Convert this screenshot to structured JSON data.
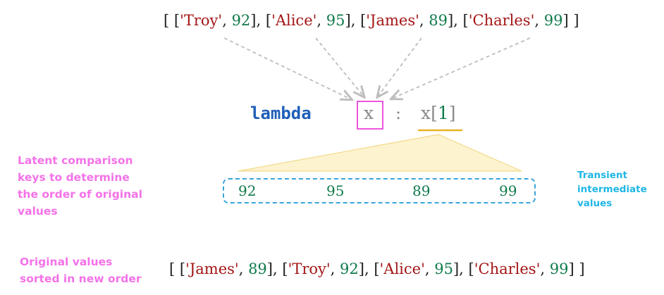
{
  "input_list": {
    "open": "[",
    "close": "]",
    "items": [
      {
        "name": "'Troy'",
        "score": "92"
      },
      {
        "name": "'Alice'",
        "score": "95"
      },
      {
        "name": "'James'",
        "score": "89"
      },
      {
        "name": "'Charles'",
        "score": "99"
      }
    ]
  },
  "lambda": {
    "keyword": "lambda",
    "param": "x",
    "colon": ":",
    "body_var": "x",
    "body_index": "1"
  },
  "keys": [
    "92",
    "95",
    "89",
    "99"
  ],
  "notes": {
    "left_lines": [
      "Latent comparison",
      "keys to determine",
      "the order of original",
      "values"
    ],
    "right_lines": [
      "Transient",
      "intermediate",
      "values"
    ],
    "bottom_lines": [
      "Original values",
      "sorted in new order"
    ]
  },
  "sorted_list": {
    "open": "[",
    "close": "]",
    "items": [
      {
        "name": "'James'",
        "score": "89"
      },
      {
        "name": "'Troy'",
        "score": "92"
      },
      {
        "name": "'Alice'",
        "score": "95"
      },
      {
        "name": "'Charles'",
        "score": "99"
      }
    ]
  },
  "colors": {
    "string": "#a31515",
    "number": "#0f7a4a",
    "keyword": "#1f5fb8",
    "param_box": "#ee55dd",
    "keys_box": "#3aa4d9",
    "note_pink": "#f472e8",
    "note_blue": "#1fb6e6",
    "underline": "#e6b422",
    "fan_fill": "#fdf3cf"
  }
}
